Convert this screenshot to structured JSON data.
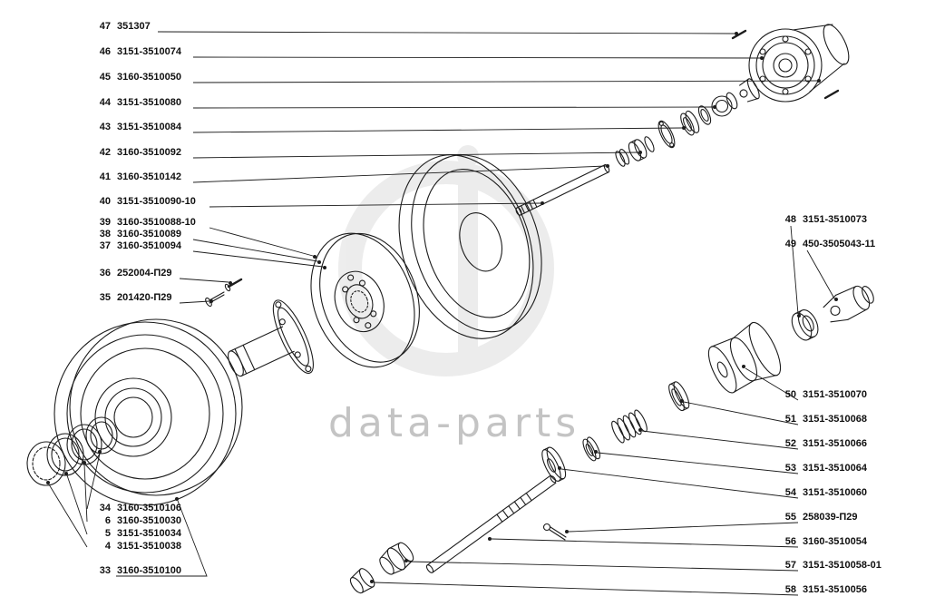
{
  "watermark": {
    "text": "data-parts"
  },
  "colors": {
    "line": "#1c1c1c",
    "watermark_text": "#c4c4c4",
    "watermark_logo": "#dedede"
  },
  "labels": {
    "left": [
      {
        "num": "47",
        "part": "351307"
      },
      {
        "num": "46",
        "part": "3151-3510074"
      },
      {
        "num": "45",
        "part": "3160-3510050"
      },
      {
        "num": "44",
        "part": "3151-3510080"
      },
      {
        "num": "43",
        "part": "3151-3510084"
      },
      {
        "num": "42",
        "part": "3160-3510092"
      },
      {
        "num": "41",
        "part": "3160-3510142"
      },
      {
        "num": "40",
        "part": "3151-3510090-10"
      },
      {
        "num": "39",
        "part": "3160-3510088-10"
      },
      {
        "num": "38",
        "part": "3160-3510089"
      },
      {
        "num": "37",
        "part": "3160-3510094"
      },
      {
        "num": "36",
        "part": "252004-П29"
      },
      {
        "num": "35",
        "part": "201420-П29"
      }
    ],
    "bottom_left": [
      {
        "num": "34",
        "part": "3160-3510106"
      },
      {
        "num": "6",
        "part": "3160-3510030"
      },
      {
        "num": "5",
        "part": "3151-3510034"
      },
      {
        "num": "4",
        "part": "3151-3510038"
      },
      {
        "num": "33",
        "part": "3160-3510100"
      }
    ],
    "right": [
      {
        "num": "48",
        "part": "3151-3510073"
      },
      {
        "num": "49",
        "part": "450-3505043-11"
      },
      {
        "num": "50",
        "part": "3151-3510070"
      },
      {
        "num": "51",
        "part": "3151-3510068"
      },
      {
        "num": "52",
        "part": "3151-3510066"
      },
      {
        "num": "53",
        "part": "3151-3510064"
      },
      {
        "num": "54",
        "part": "3151-3510060"
      },
      {
        "num": "55",
        "part": "258039-П29"
      },
      {
        "num": "56",
        "part": "3160-3510054"
      },
      {
        "num": "57",
        "part": "3151-3510058-01"
      },
      {
        "num": "58",
        "part": "3151-3510056"
      }
    ]
  }
}
